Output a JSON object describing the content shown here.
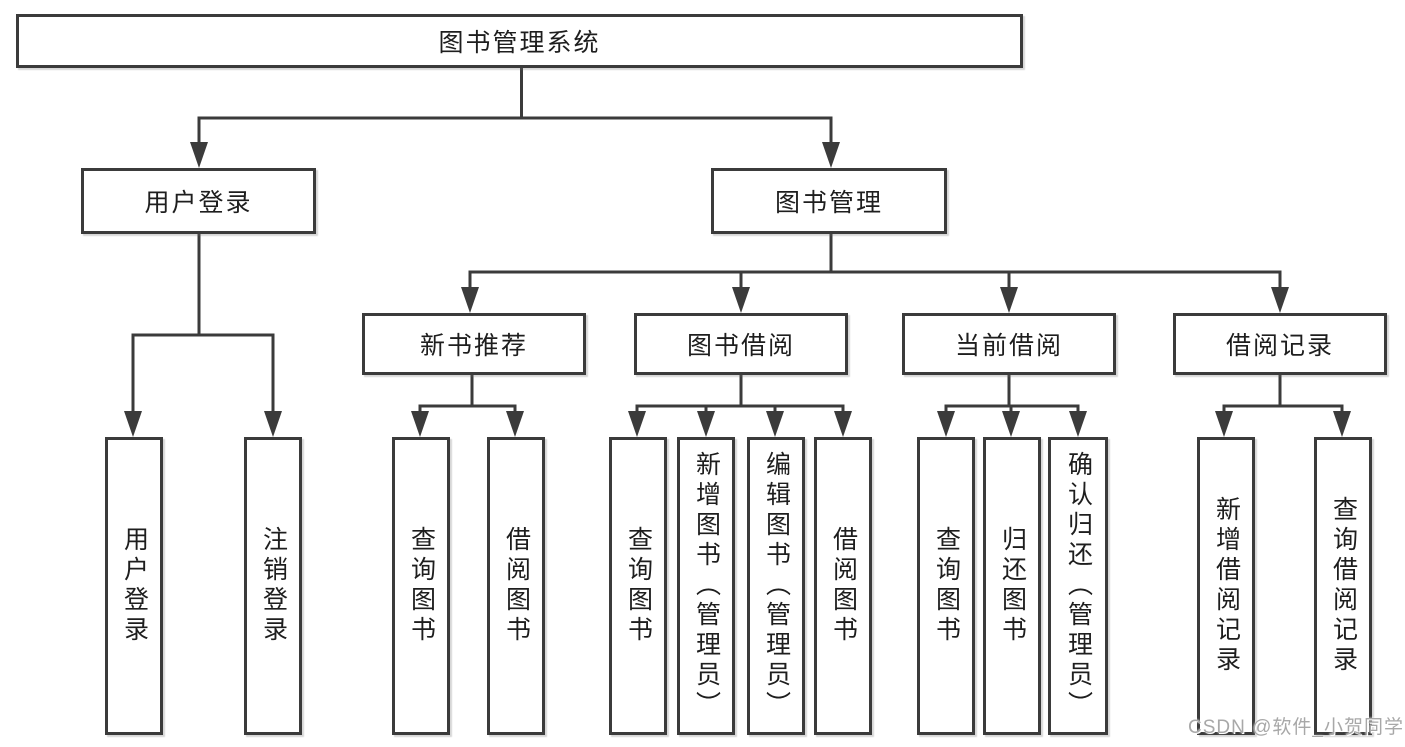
{
  "diagram": {
    "root": {
      "label": "图书管理系统"
    },
    "level2": [
      {
        "label": "用户登录"
      },
      {
        "label": "图书管理"
      }
    ],
    "level3": [
      {
        "label": "新书推荐"
      },
      {
        "label": "图书借阅"
      },
      {
        "label": "当前借阅"
      },
      {
        "label": "借阅记录"
      }
    ],
    "leaves": {
      "user_login": [
        {
          "label": "用户登录"
        },
        {
          "label": "注销登录"
        }
      ],
      "new_book_rec": [
        {
          "label": "查询图书"
        },
        {
          "label": "借阅图书"
        }
      ],
      "book_borrow": [
        {
          "label": "查询图书"
        },
        {
          "label": "新增图书（管理员）"
        },
        {
          "label": "编辑图书（管理员）"
        },
        {
          "label": "借阅图书"
        }
      ],
      "current_borrow": [
        {
          "label": "查询图书"
        },
        {
          "label": "归还图书"
        },
        {
          "label": "确认归还（管理员）"
        }
      ],
      "borrow_records": [
        {
          "label": "新增借阅记录"
        },
        {
          "label": "查询借阅记录"
        }
      ]
    }
  },
  "watermark": {
    "text": "CSDN @软件_小贺同学"
  },
  "colors": {
    "line": "#3b3b3b",
    "text": "#1e1e1e",
    "background": "#ffffff",
    "watermark": "#a8a8a8"
  }
}
